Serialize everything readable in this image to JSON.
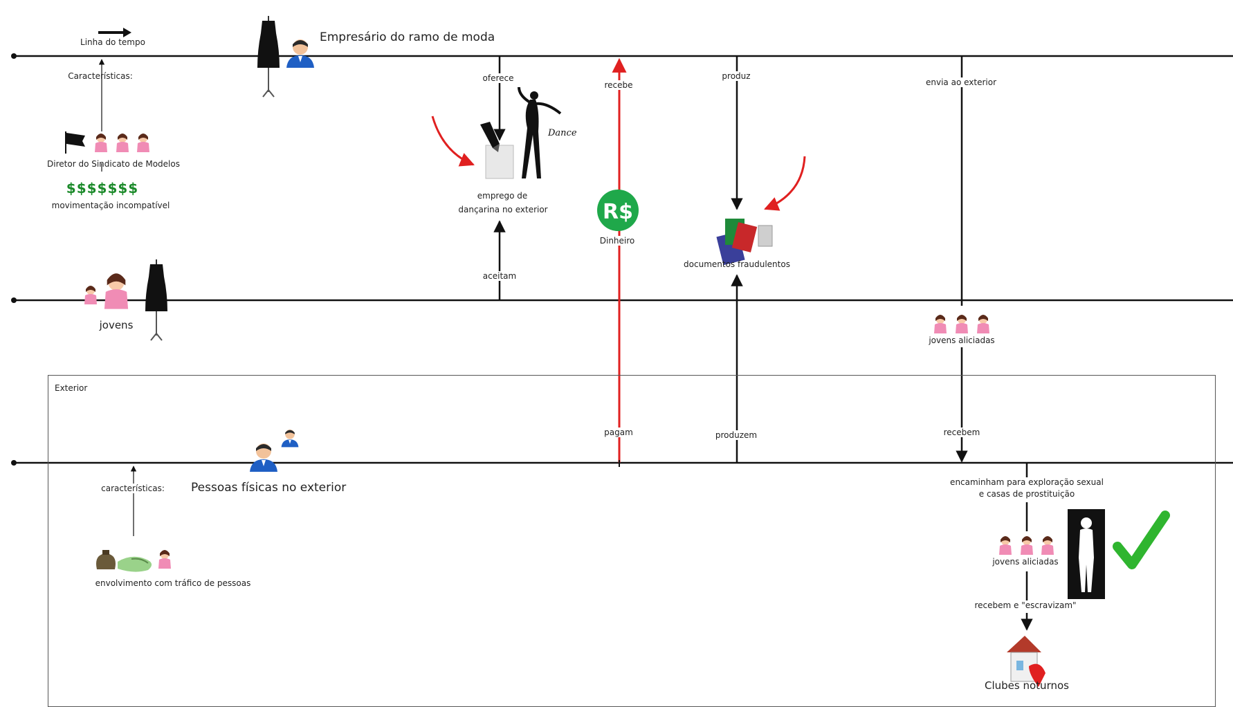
{
  "timeline": {
    "label": "Linha do tempo"
  },
  "actors": {
    "businessman": "Empresário do ramo de moda",
    "youths": "jovens",
    "abroad_people": "Pessoas físicas no exterior"
  },
  "characteristics": {
    "top_label": "Características:",
    "director": "Diretor do Sindicato de Modelos",
    "money_symbols": "$$$$$$$",
    "money_note": "movimentação incompatível",
    "bottom_label": "características:",
    "trafficking": "envolvimento com tráfico de pessoas"
  },
  "actions": {
    "offers": "oferece",
    "accept": "aceitam",
    "receives": "recebe",
    "pay": "pagam",
    "produces": "produz",
    "produce": "produzem",
    "sends_abroad": "envia ao exterior",
    "receive": "recebem",
    "forward_line1": "encaminham para exploração sexual",
    "forward_line2": "e casas de prostituição",
    "enslave": "recebem e \"escravizam\""
  },
  "items": {
    "job_line1": "emprego de",
    "job_line2": "dançarina no exterior",
    "money": "Dinheiro",
    "money_symbol": "R$",
    "documents": "documentos fraudulentos",
    "recruited_1": "jovens aliciadas",
    "recruited_2": "jovens aliciadas",
    "nightclubs": "Clubes noturnos",
    "dance_logo": "Dance"
  },
  "region": {
    "exterior": "Exterior"
  },
  "colors": {
    "line": "#111111",
    "money_flow": "#e02020",
    "highlight_arrow": "#e02020",
    "money_badge": "#1fa84a",
    "dollar_green": "#1b8a2a",
    "check_green": "#2fb52f",
    "girl_pink": "#f08cb5"
  },
  "icons": [
    "arrow-right-icon",
    "dress-mannequin-icon",
    "businessman-icon",
    "flag-icon",
    "girl-icon",
    "pen-paper-icon",
    "dancer-icon",
    "money-badge-icon",
    "passports-icon",
    "handshake-icon",
    "money-bag-icon",
    "silhouette-icon",
    "checkmark-icon",
    "house-icon"
  ]
}
